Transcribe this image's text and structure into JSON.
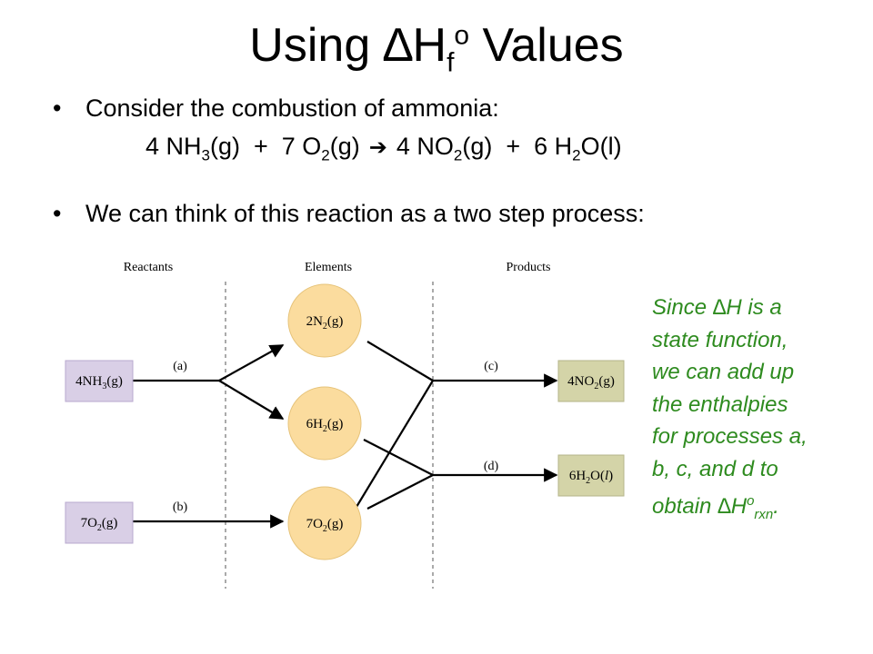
{
  "title": {
    "prefix": "Using ∆H",
    "sub": "f",
    "sup": "o",
    "suffix": " Values"
  },
  "bullets": [
    {
      "marker": "•",
      "text": "Consider the combustion of ammonia:"
    },
    {
      "marker": "•",
      "text": "We can think of this reaction as a two step process:"
    }
  ],
  "equation": {
    "c1": "4 NH",
    "s1": "3",
    "t1": "(g)  +  7 O",
    "s2": "2",
    "t2": "(g)",
    "arrow": "➔",
    "c2": "4 NO",
    "s3": "2",
    "t3": "(g)  +  6 H",
    "s4": "2",
    "t4": "O(l)"
  },
  "diagram": {
    "headers": {
      "reactants": "Reactants",
      "elements": "Elements",
      "products": "Products"
    },
    "step_labels": {
      "a": "(a)",
      "b": "(b)",
      "c": "(c)",
      "d": "(d)"
    },
    "reactant_boxes": [
      {
        "main": "4NH",
        "sub": "3",
        "tail": "(g)"
      },
      {
        "main": "7O",
        "sub": "2",
        "tail": "(g)"
      }
    ],
    "element_circles": [
      {
        "main": "2N",
        "sub": "2",
        "tail": "(g)"
      },
      {
        "main": "6H",
        "sub": "2",
        "tail": "(g)"
      },
      {
        "main": "7O",
        "sub": "2",
        "tail": "(g)"
      }
    ],
    "product_boxes": [
      {
        "main": "4NO",
        "sub": "2",
        "tail": "(g)"
      },
      {
        "main": "6H",
        "sub": "2",
        "tail": "O(",
        "ital": "l",
        "end": ")"
      }
    ],
    "colors": {
      "reactant_fill": "#d9cfe6",
      "element_fill": "#fbdc9e",
      "product_fill": "#d4d4a8"
    }
  },
  "note": {
    "l1": "Since ",
    "dh": "∆H is a",
    "l2": "state function,",
    "l3": "we can add up",
    "l4": "the enthalpies",
    "l5": "for processes a,",
    "l6": "b, c, and d to",
    "l7a": "obtain ",
    "l7b": "∆H",
    "l7sup": "o",
    "l7sub": "rxn",
    "l7end": "."
  }
}
